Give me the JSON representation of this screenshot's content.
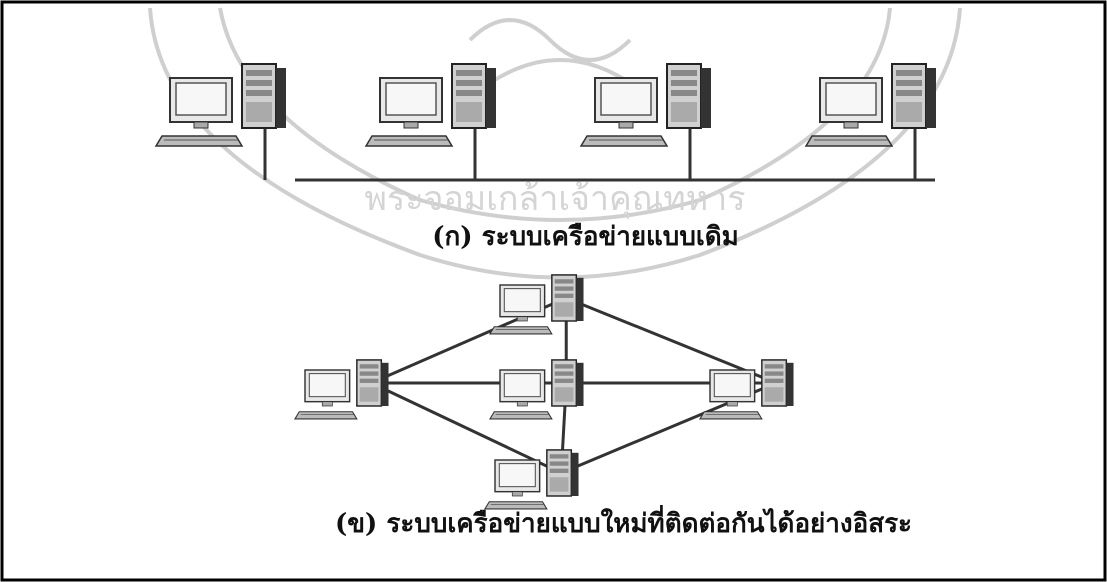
{
  "figure": {
    "captions": {
      "traditional": "(ก) ระบบเครือข่ายแบบเดิม",
      "peer": "(ข) ระบบเครือข่ายแบบใหม่ที่ติดต่อกันได้อย่างอิสระ"
    },
    "network_a": {
      "topology": "bus",
      "node_count": 4
    },
    "network_b": {
      "topology": "mesh",
      "node_count": 5,
      "link_count": 8
    },
    "watermark": {
      "text": "พระจอมเกล้าเจ้าคุณทหาร"
    }
  },
  "colors": {
    "line": "#333333",
    "frame": "#000000",
    "watermark": "#c8c8c8"
  }
}
